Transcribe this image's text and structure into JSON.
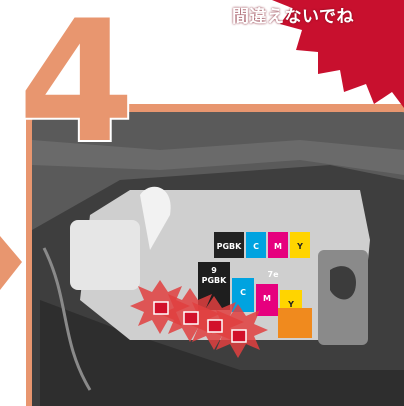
{
  "step": {
    "number": "4"
  },
  "burst": {
    "caption": "間違えないでね"
  },
  "ink": {
    "top_row": [
      {
        "name": "photo-black",
        "label": "PGBK",
        "color": "#222222",
        "text_color": "#ffffff"
      },
      {
        "name": "cyan",
        "label": "C",
        "color": "#00a3e0",
        "text_color": "#ffffff"
      },
      {
        "name": "magenta",
        "label": "M",
        "color": "#e6007e",
        "text_color": "#ffffff"
      },
      {
        "name": "yellow",
        "label": "Y",
        "color": "#ffd400",
        "text_color": "#222222"
      }
    ],
    "front_row": [
      {
        "name": "pigment-black",
        "label": "9\nPGBK",
        "color": "#1e1e1e",
        "text_color": "#ffffff"
      },
      {
        "name": "cyan",
        "label": "C",
        "color": "#00a3e0",
        "text_color": "#ffffff"
      },
      {
        "name": "magenta",
        "label": "M",
        "color": "#e6007e",
        "text_color": "#ffffff"
      },
      {
        "name": "yellow",
        "label": "Y",
        "color": "#ffd400",
        "text_color": "#222222"
      }
    ],
    "extra_label": "7e"
  },
  "colors": {
    "step_orange": "#e8966f",
    "burst_red": "#c8102e",
    "frame_orange": "#e8966f",
    "printer_dark": "#4a4a4a",
    "lamp_red": "#d2102a"
  }
}
